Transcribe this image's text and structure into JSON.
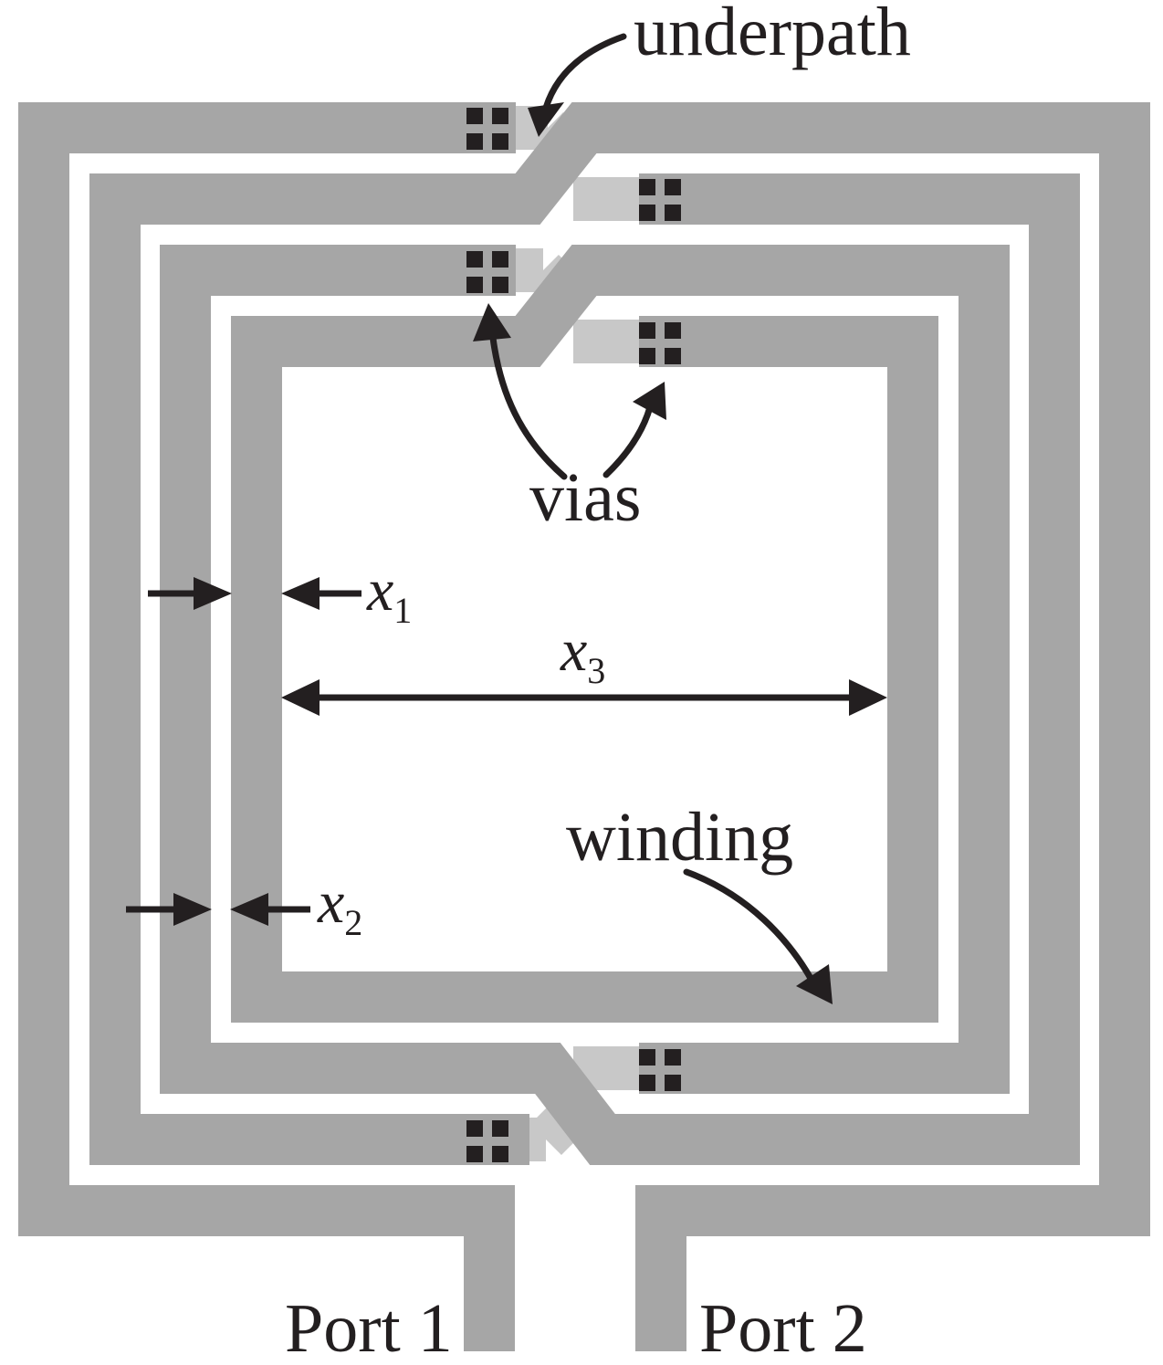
{
  "labels": {
    "underpath": "underpath",
    "vias": "vias",
    "winding": "winding",
    "port1": "Port 1",
    "port2": "Port 2"
  },
  "dimensions": {
    "x1": {
      "var": "x",
      "sub": "1"
    },
    "x2": {
      "var": "x",
      "sub": "2"
    },
    "x3": {
      "var": "x",
      "sub": "3"
    }
  },
  "colors": {
    "metal": "#a6a6a6",
    "underpass": "#c8c8c8",
    "via": "#231f20",
    "background": "#ffffff",
    "ink": "#231f20"
  }
}
